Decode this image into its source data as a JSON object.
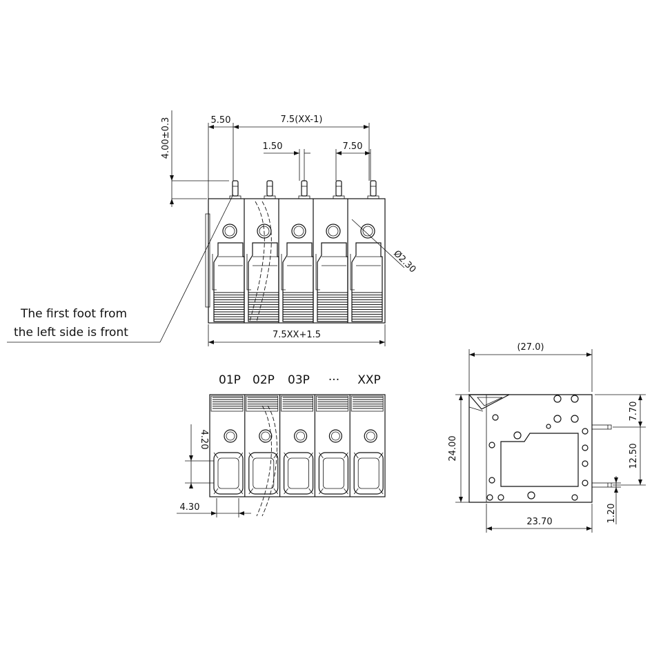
{
  "note": {
    "line1": "The first foot from",
    "line2": "the left side is front"
  },
  "top_view": {
    "dim_pitch_formula": "7.5(XX-1)",
    "dim_first_pin": "5.50",
    "dim_pin_width": "1.50",
    "dim_pitch": "7.50",
    "dim_pin_height": "4.00±0.3",
    "dim_hole": "Ø2.30",
    "dim_total_width": "7.5XX+1.5"
  },
  "front_view": {
    "positions": [
      "01P",
      "02P",
      "03P",
      "···",
      "XXP"
    ],
    "dim_opening_height": "4.20",
    "dim_opening_width": "4.30"
  },
  "side_view": {
    "dim_depth": "(27.0)",
    "dim_height": "24.00",
    "dim_base": "23.70",
    "dim_pin_top": "7.70",
    "dim_pin_spacing": "12.50",
    "dim_pin_bottom": "1.20"
  }
}
